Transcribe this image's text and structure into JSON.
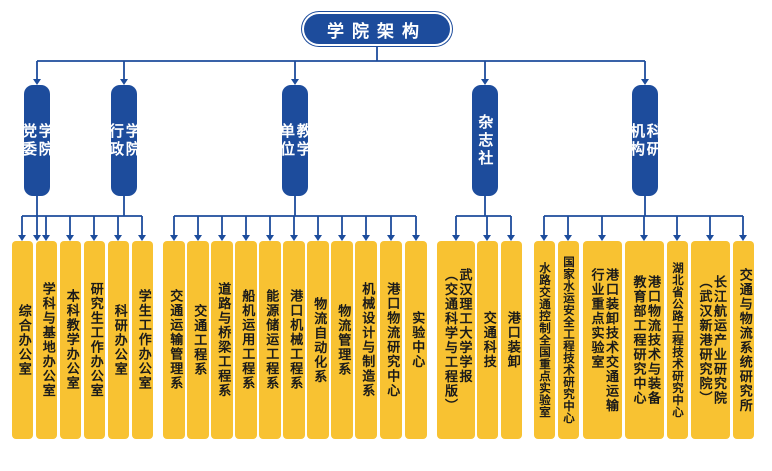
{
  "title": "学院架构",
  "branches": [
    {
      "label": "学院\n党委",
      "children": [
        {
          "label": "综合办公室"
        }
      ]
    },
    {
      "label": "学院\n行政",
      "children": [
        {
          "label": "学科与基地办公室"
        },
        {
          "label": "本科教学办公室"
        },
        {
          "label": "研究生工作办公室"
        },
        {
          "label": "科研办公室"
        },
        {
          "label": "学生工作办公室"
        }
      ]
    },
    {
      "label": "教学\n单位",
      "children": [
        {
          "label": "交通运输管理系"
        },
        {
          "label": "交通工程系"
        },
        {
          "label": "道路与桥梁工程系"
        },
        {
          "label": "船机运用工程系"
        },
        {
          "label": "能源储运工程系"
        },
        {
          "label": "港口机械工程系"
        },
        {
          "label": "物流自动化系"
        },
        {
          "label": "物流管理系"
        },
        {
          "label": "机械设计与制造系"
        },
        {
          "label": "港口物流研究中心"
        },
        {
          "label": "实验中心"
        }
      ]
    },
    {
      "label": "杂志社",
      "children": [
        {
          "label": "武汉理工大学学报\n︵交通科学与工程版︶"
        },
        {
          "label": "交通科技"
        },
        {
          "label": "港口装卸"
        }
      ]
    },
    {
      "label": "科研\n机构",
      "children": [
        {
          "label": "水路交通控制全国重点实验室"
        },
        {
          "label": "国家水运安全工程技术研究中心"
        },
        {
          "label": "港口装卸技术交通运输\n行业重点实验室"
        },
        {
          "label": "港口物流技术与装备\n教育部工程研究中心"
        },
        {
          "label": "湖北省公路工程技术研究中心"
        },
        {
          "label": "长江航运产业研究院\n︵武汉新港研究院︶"
        },
        {
          "label": "交通与物流系统研究所"
        }
      ]
    }
  ]
}
